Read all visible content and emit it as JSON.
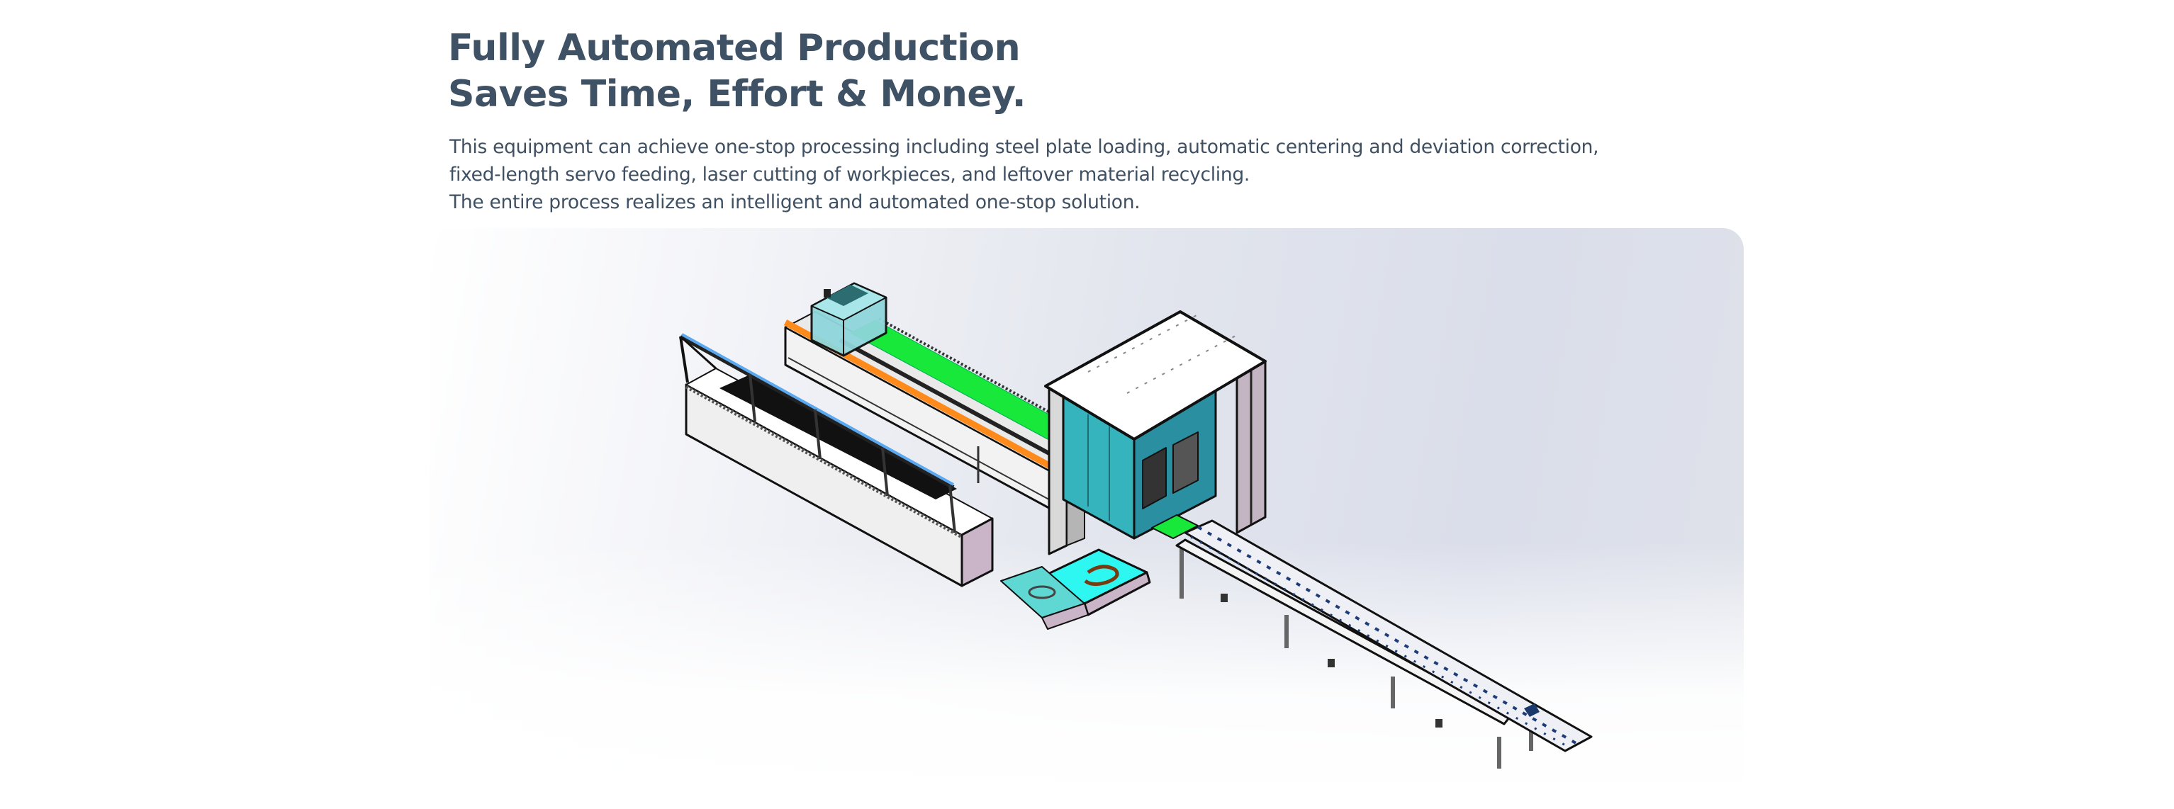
{
  "heading": {
    "line1": "Fully Automated Production",
    "line2": "Saves Time, Effort & Money."
  },
  "description": {
    "lines": [
      "This equipment can achieve one-stop processing including steel plate loading, automatic centering and deviation correction,",
      "fixed-length servo feeding, laser cutting of workpieces, and leftover material recycling.",
      "The entire process realizes an intelligent and automated one-stop solution."
    ]
  },
  "illustration": {
    "subject": "isometric CAD rendering of automated laser cutting production line",
    "components": [
      "plate-loading-rack",
      "servo-feeding-bed",
      "laser-cutting-cabinet",
      "scrap-recycling-tray",
      "output-conveyor"
    ],
    "colors": {
      "feed_bed": "#17e83a",
      "guide_strip": "#ff8a1c",
      "rail": "#5aa8f0",
      "cabinet": "#35b4bd",
      "cabinet_dark": "#2a8fa0",
      "tray": "#2ef7f2",
      "panel": "#c7b5c6"
    }
  }
}
